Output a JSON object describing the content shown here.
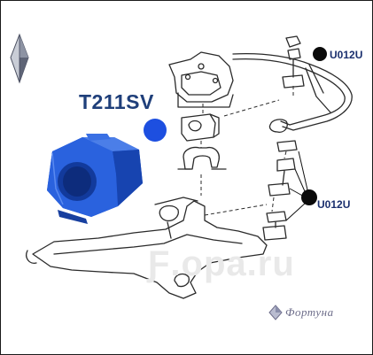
{
  "part_code": "T211SV",
  "ref_label_top": "U012U",
  "ref_label_bottom": "U012U",
  "watermark_text": "Ƒ.opa.ru",
  "brand_name": "Фортуна",
  "colors": {
    "bushing_blue": "#1f57d6",
    "marker_blue": "#1d4fe0",
    "marker_black": "#0a0a0a",
    "label_navy": "#1a2f6e",
    "line_art": "#2a2a2a"
  },
  "icons": [
    "logo-diamond-icon",
    "brand-emblem-icon"
  ]
}
